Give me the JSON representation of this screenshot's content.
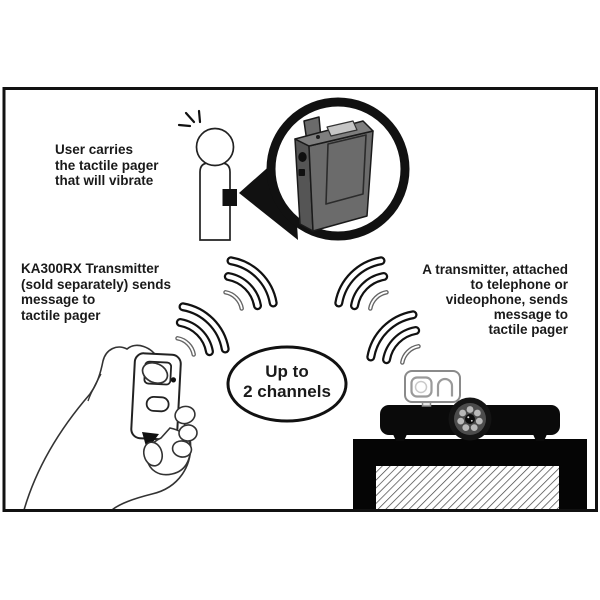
{
  "figure": {
    "type": "instructional-diagram",
    "caption_labels": {
      "user": "User carries\nthe tactile pager\nthat will vibrate",
      "ka_transmitter": "KA300RX Transmitter\n(sold separately) sends\nmessage to\ntactile pager",
      "av_transmitter": "A transmitter, attached\nto telephone or\nvideophone, sends\nmessage to\ntactile pager",
      "channels_bubble": "Up to\n2 channels"
    },
    "illustrations": [
      {
        "name": "person-with-pager-icon"
      },
      {
        "name": "magnified-tactile-pager-icon"
      },
      {
        "name": "radio-waves-icon",
        "count": 4
      },
      {
        "name": "hand-holding-transmitter-icon"
      },
      {
        "name": "videophone-camera-on-stand-icon"
      }
    ],
    "colors": {
      "line": "#111111",
      "background": "#ffffff",
      "pager_body": "#6b6b6b",
      "pager_top": "#7e7e7e",
      "pager_side": "#555555",
      "pager_screen": "#c6c6c6",
      "camera_disc": "#4c4c4c",
      "camera_dots": "#b9b9b9"
    }
  }
}
